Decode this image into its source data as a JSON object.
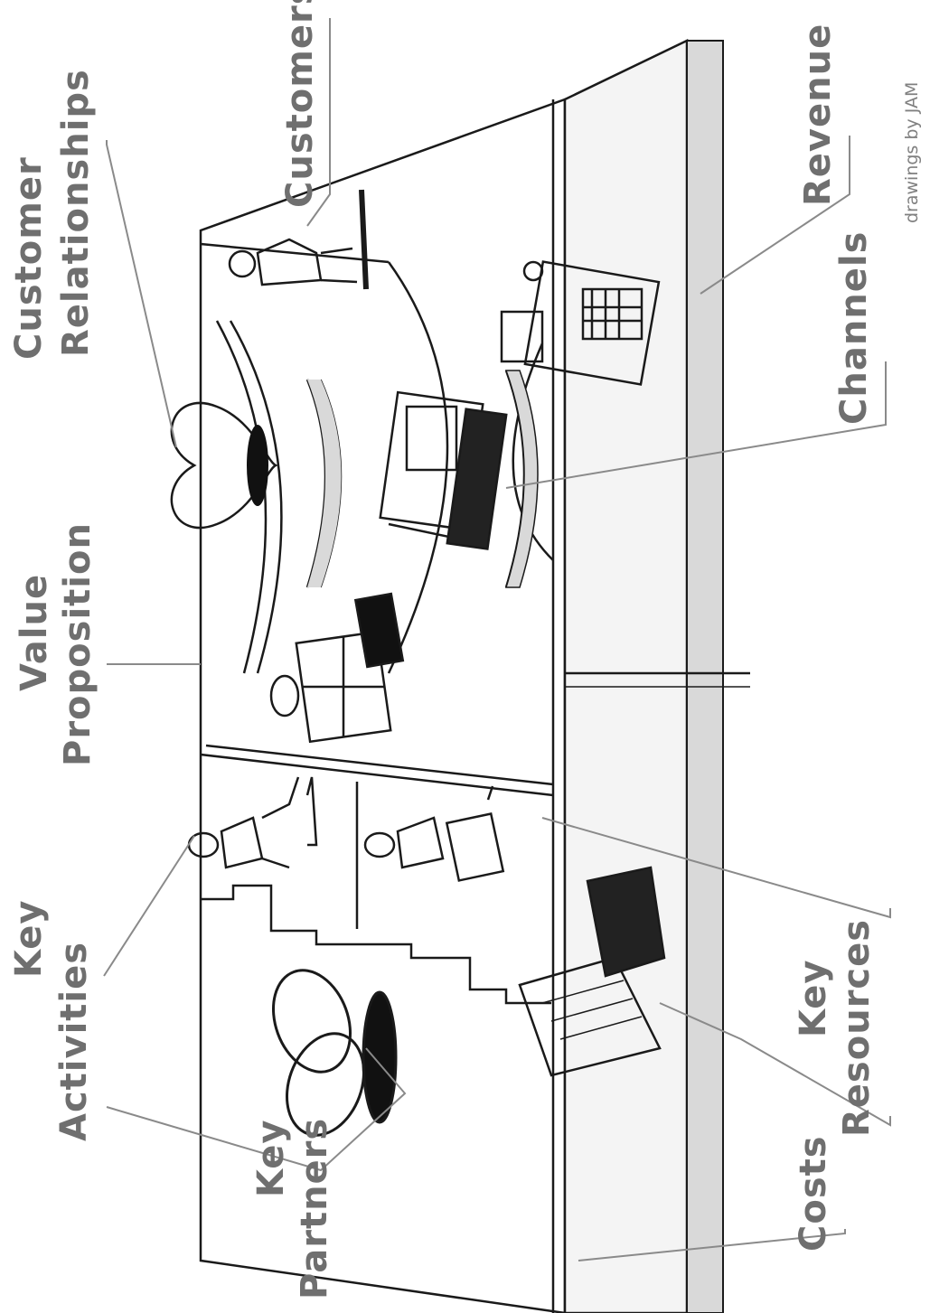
{
  "labels": {
    "key_activities": [
      "Key",
      "Activities"
    ],
    "key_partners": [
      "Key",
      "Partners"
    ],
    "value_proposition": [
      "Value",
      "Proposition"
    ],
    "customer_relationships": [
      "Customer",
      "Relationships"
    ],
    "customers": "Customers",
    "channels": "Channels",
    "revenue": "Revenue",
    "key_resources": [
      "Key",
      "Resources"
    ],
    "costs": "Costs"
  },
  "credit": "drawings by JAM",
  "colors": {
    "label_text": "#6f6f6f",
    "ink": "#1a1a1a",
    "shading": "#d9d9d9",
    "leader_line": "#8a8a8a"
  },
  "icons": [
    "interlocked-rings-icon",
    "worker-at-desk-icon",
    "worker-with-equipment-icon",
    "gift-box-icon",
    "heart-icon",
    "delivery-truck-icon",
    "cash-register-icon",
    "customer-figure-icon",
    "documents-icon"
  ]
}
